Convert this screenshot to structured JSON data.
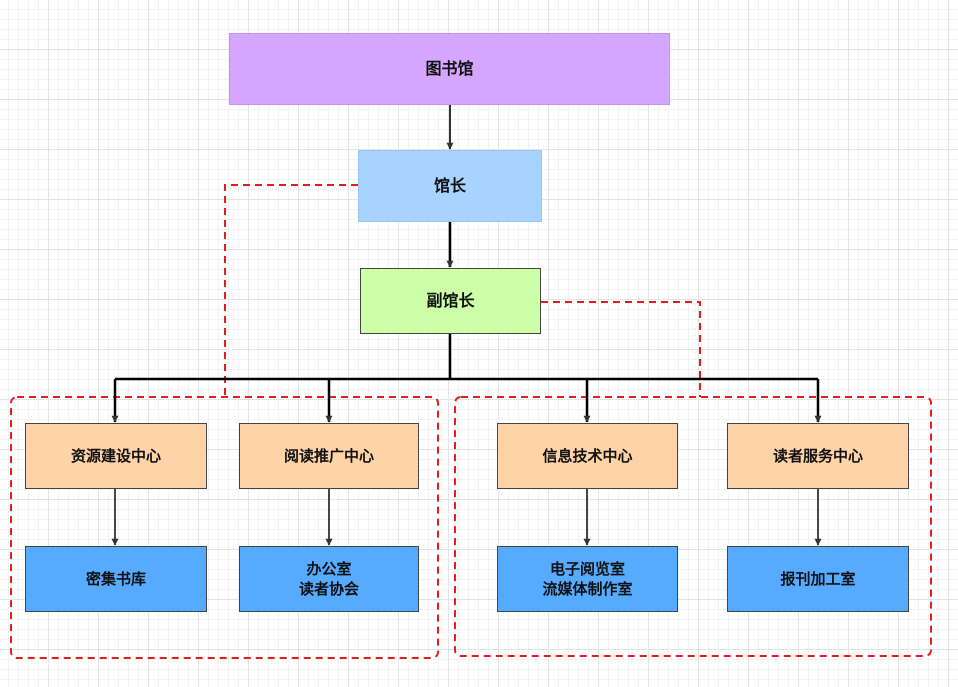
{
  "diagram": {
    "root": {
      "label": "图书馆",
      "fill": "#d5a6ff"
    },
    "director": {
      "label": "馆长",
      "fill": "#a9d3ff"
    },
    "vice_director": {
      "label": "副馆长",
      "fill": "#ccffa8"
    },
    "centers": [
      {
        "label": "资源建设中心",
        "child": "密集书库"
      },
      {
        "label": "阅读推广中心",
        "child": "办公室\n读者协会"
      },
      {
        "label": "信息技术中心",
        "child": "电子阅览室\n流媒体制作室"
      },
      {
        "label": "读者服务中心",
        "child": "报刊加工室"
      }
    ],
    "colors": {
      "center_fill": "#ffd3a8",
      "sub_fill": "#56aaff",
      "group_border": "#e51c1c",
      "connector": "#000000"
    }
  }
}
